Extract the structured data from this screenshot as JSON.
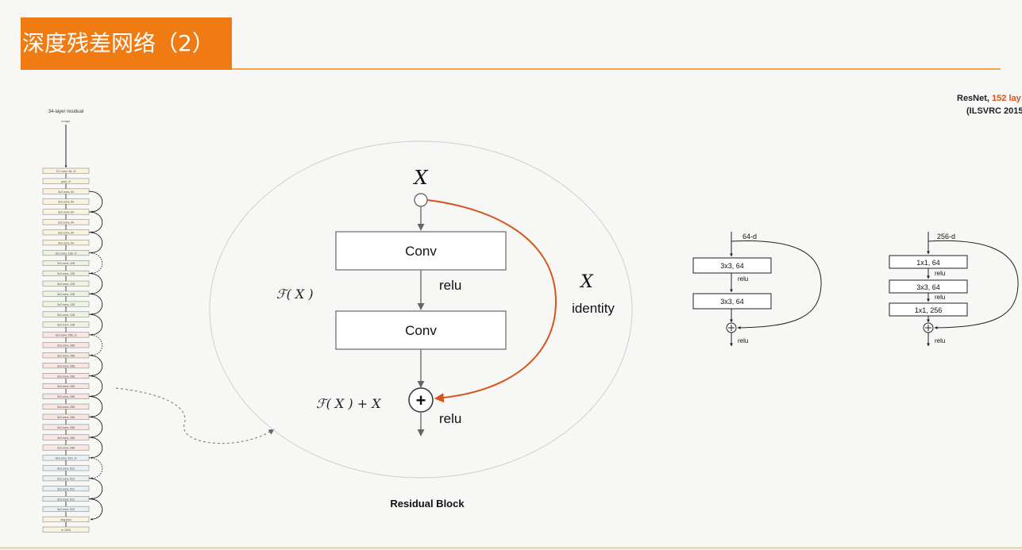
{
  "slide": {
    "title": "深度残差网络（2）"
  },
  "resnet_caption": {
    "prefix": "ResNet, ",
    "highlight": "152 lay",
    "line2": "(ILSVRC 2015"
  },
  "network_34": {
    "title": "34-layer residual",
    "input": "image",
    "layers": [
      "7x7 conv, 64, /2",
      "pool, /2",
      "3x3 conv, 64",
      "3x3 conv, 64",
      "3x3 conv, 64",
      "3x3 conv, 64",
      "3x3 conv, 64",
      "3x3 conv, 64",
      "3x3 conv, 128, /2",
      "3x3 conv, 128",
      "3x3 conv, 128",
      "3x3 conv, 128",
      "3x3 conv, 128",
      "3x3 conv, 128",
      "3x3 conv, 128",
      "3x3 conv, 128",
      "3x3 conv, 256, /2",
      "3x3 conv, 256",
      "3x3 conv, 256",
      "3x3 conv, 256",
      "3x3 conv, 256",
      "3x3 conv, 256",
      "3x3 conv, 256",
      "3x3 conv, 256",
      "3x3 conv, 256",
      "3x3 conv, 256",
      "3x3 conv, 256",
      "3x3 conv, 256",
      "3x3 conv, 512, /2",
      "3x3 conv, 512",
      "3x3 conv, 512",
      "3x3 conv, 512",
      "3x3 conv, 512",
      "3x3 conv, 512",
      "avg pool",
      "fc 1000"
    ]
  },
  "residual_block": {
    "input_label": "X",
    "conv1": "Conv",
    "conv2": "Conv",
    "relu_mid": "relu",
    "relu_out": "relu",
    "f_label": "ℱ( X )",
    "sum_label": "ℱ( X ) + X",
    "identity_x": "X",
    "identity": "identity",
    "plus": "+",
    "caption": "Residual Block"
  },
  "basic_block": {
    "input": "64-d",
    "layer1": "3x3, 64",
    "relu_mid": "relu",
    "layer2": "3x3, 64",
    "relu_out": "relu"
  },
  "bottleneck_block": {
    "input": "256-d",
    "layer1": "1x1, 64",
    "relu1": "relu",
    "layer2": "3x3, 64",
    "relu2": "relu",
    "layer3": "1x1, 256",
    "relu_out": "relu"
  },
  "colors": {
    "accent": "#f07b12",
    "identity_arrow": "#d4561c",
    "box_stroke": "#555555",
    "layer_fills": [
      "#f9f3df",
      "#eef4e2",
      "#f8e6e2",
      "#e8f0f4"
    ]
  }
}
